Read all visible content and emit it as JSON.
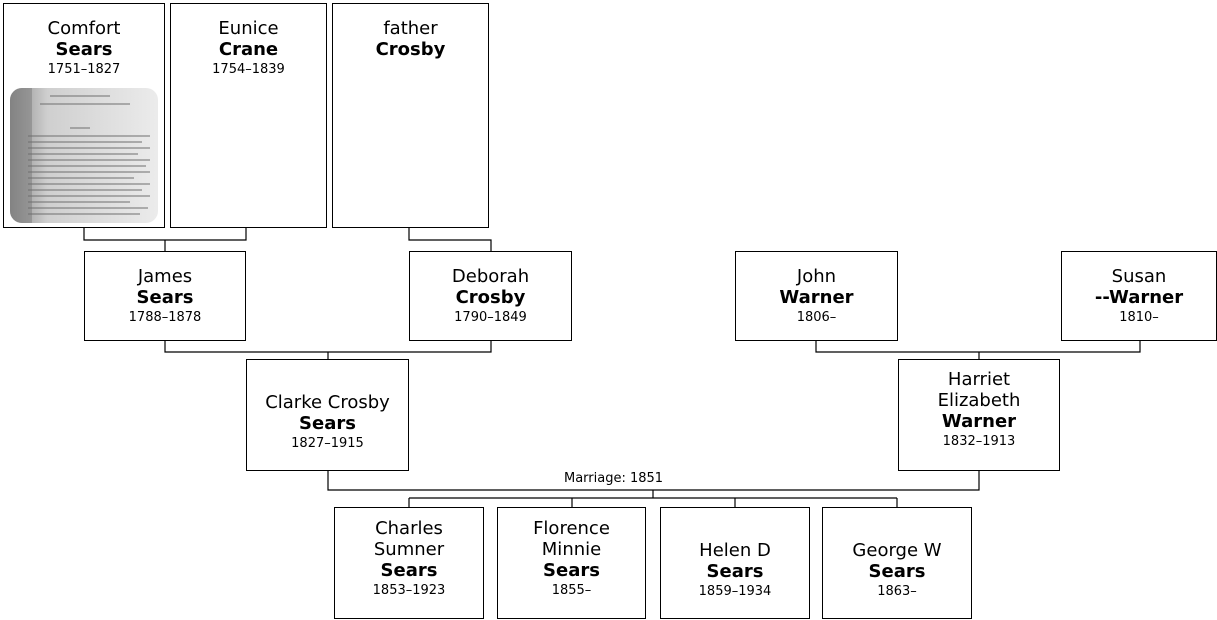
{
  "people": {
    "comfort": {
      "given": "Comfort",
      "surname": "Sears",
      "dates": "1751–1827"
    },
    "eunice": {
      "given": "Eunice",
      "surname": "Crane",
      "dates": "1754–1839"
    },
    "father": {
      "given": "father",
      "surname": "Crosby",
      "dates": ""
    },
    "james": {
      "given": "James",
      "surname": "Sears",
      "dates": "1788–1878"
    },
    "deborah": {
      "given": "Deborah",
      "surname": "Crosby",
      "dates": "1790–1849"
    },
    "john": {
      "given": "John",
      "surname": "Warner",
      "dates": "1806–"
    },
    "susan": {
      "given": "Susan",
      "surname": "--Warner",
      "dates": "1810–"
    },
    "clarke": {
      "given": "Clarke Crosby",
      "surname": "Sears",
      "dates": "1827–1915"
    },
    "harriet": {
      "given": "Harriet Elizabeth",
      "surname": "Warner",
      "dates": "1832–1913"
    },
    "charles": {
      "given": "Charles Sumner",
      "surname": "Sears",
      "dates": "1853–1923"
    },
    "florence": {
      "given": "Florence Minnie",
      "surname": "Sears",
      "dates": "1855–"
    },
    "helen": {
      "given": "Helen D",
      "surname": "Sears",
      "dates": "1859–1934"
    },
    "george": {
      "given": "George W",
      "surname": "Sears",
      "dates": "1863–"
    }
  },
  "marriage_label": "Marriage: 1851"
}
